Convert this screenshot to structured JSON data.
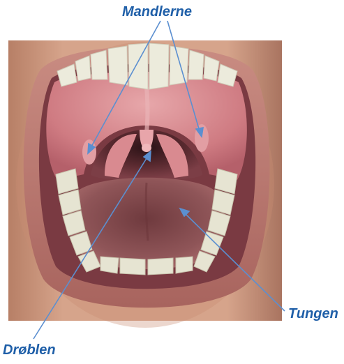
{
  "labels": {
    "tonsils": "Mandlerne",
    "tongue": "Tungen",
    "uvula": "Drøblen"
  },
  "icons": {
    "illustration": "open-mouth-illustration",
    "pointer": "arrow-icon"
  },
  "colors": {
    "label_text": "#1f5fa8",
    "arrow": "#5b8fd0",
    "skin": "#c89276",
    "lip": "#b06f66",
    "palate": "#d07e83",
    "throat": "#5a2e34",
    "tongue": "#8b4f54",
    "teeth": "#ecebdc"
  }
}
